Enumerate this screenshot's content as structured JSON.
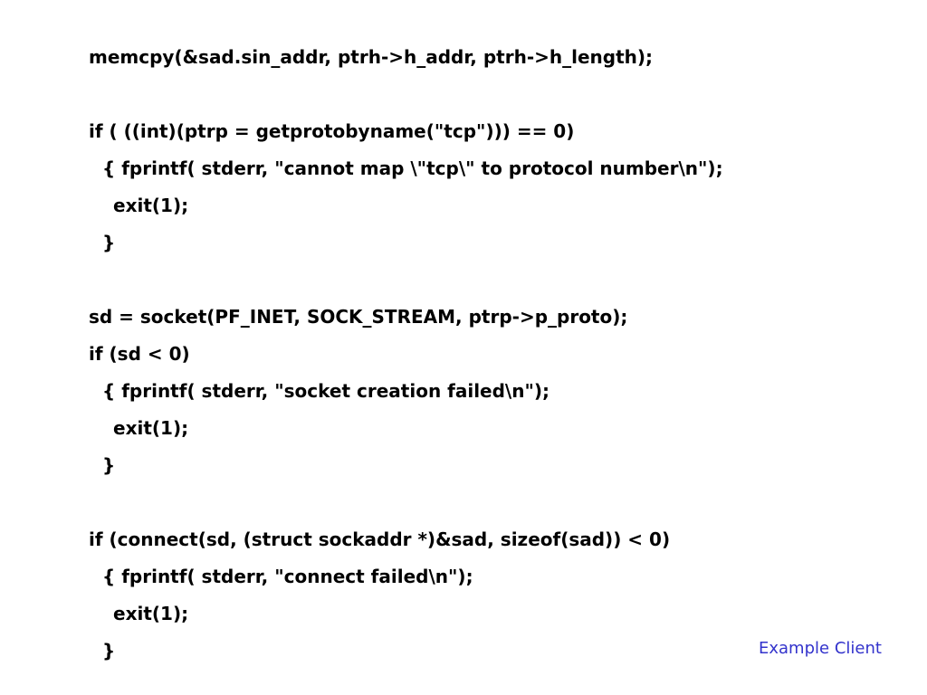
{
  "code": {
    "lines": [
      "memcpy(&sad.sin_addr, ptrh->h_addr, ptrh->h_length);",
      "if ( ((int)(ptrp = getprotobyname(\"tcp\"))) == 0)",
      "{ fprintf( stderr, \"cannot map \\\"tcp\\\" to protocol number\\n\");",
      "exit(1);",
      "}",
      "sd = socket(PF_INET, SOCK_STREAM, ptrp->p_proto);",
      "if (sd < 0)",
      "{ fprintf( stderr, \"socket creation failed\\n\");",
      "exit(1);",
      "}",
      "if (connect(sd, (struct sockaddr *)&sad, sizeof(sad)) < 0)",
      "{ fprintf( stderr, \"connect failed\\n\");",
      "exit(1);",
      "}"
    ]
  },
  "footer": {
    "label": "Example Client"
  },
  "colors": {
    "text": "#000000",
    "footer": "#3333cc",
    "background": "#ffffff"
  }
}
